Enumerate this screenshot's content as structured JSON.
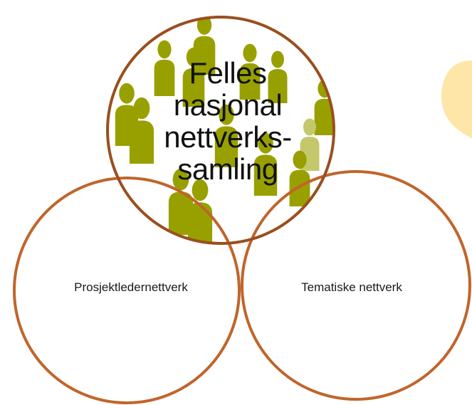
{
  "diagram": {
    "top_circle": {
      "lines": [
        "Felles",
        "nasjonal",
        "nettverks-",
        "samling"
      ],
      "background": "people-crowd-icon",
      "stroke_color": "#9a4f1e"
    },
    "left_circle": {
      "label": "Prosjektledernettverk",
      "stroke_color": "#c0652b"
    },
    "right_circle": {
      "label": "Tematiske nettverk",
      "stroke_color": "#c0652b"
    },
    "people_colors": [
      "#98a000",
      "#c4c86a"
    ],
    "right_edge_shape_color": "#fde6a8"
  }
}
